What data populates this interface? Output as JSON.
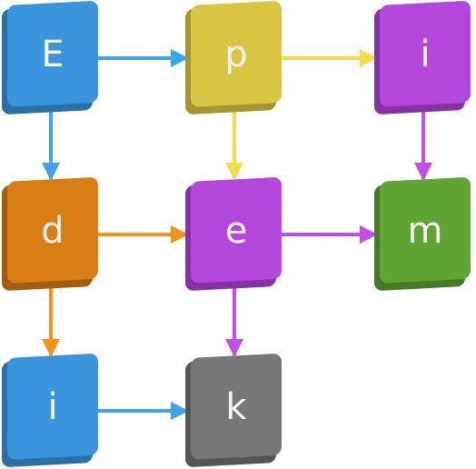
{
  "diagram": {
    "nodes": [
      {
        "id": "E1",
        "label": "E",
        "color": "#3a95dc",
        "side": "#2a6fa6"
      },
      {
        "id": "p",
        "label": "p",
        "color": "#d9c542",
        "side": "#a69530"
      },
      {
        "id": "i1",
        "label": "i",
        "color": "#b447dc",
        "side": "#8532a6"
      },
      {
        "id": "d",
        "label": "d",
        "color": "#d97e14",
        "side": "#a35e0d"
      },
      {
        "id": "e",
        "label": "e",
        "color": "#b447dc",
        "side": "#8532a6"
      },
      {
        "id": "m",
        "label": "m",
        "color": "#60a534",
        "side": "#467a25"
      },
      {
        "id": "i2",
        "label": "i",
        "color": "#3a95dc",
        "side": "#2a6fa6"
      },
      {
        "id": "k",
        "label": "k",
        "color": "#777777",
        "side": "#555555"
      }
    ],
    "edges": [
      {
        "from": "E1",
        "to": "p",
        "color": "#3fa3e8"
      },
      {
        "from": "p",
        "to": "i1",
        "color": "#f2dc4a"
      },
      {
        "from": "E1",
        "to": "d",
        "color": "#3fa3e8"
      },
      {
        "from": "p",
        "to": "e",
        "color": "#f2dc4a"
      },
      {
        "from": "i1",
        "to": "m",
        "color": "#c24ee8"
      },
      {
        "from": "d",
        "to": "e",
        "color": "#f0931e"
      },
      {
        "from": "e",
        "to": "m",
        "color": "#c24ee8"
      },
      {
        "from": "d",
        "to": "i2",
        "color": "#f0931e"
      },
      {
        "from": "e",
        "to": "k",
        "color": "#c24ee8"
      },
      {
        "from": "i2",
        "to": "k",
        "color": "#3fa3e8"
      }
    ]
  }
}
